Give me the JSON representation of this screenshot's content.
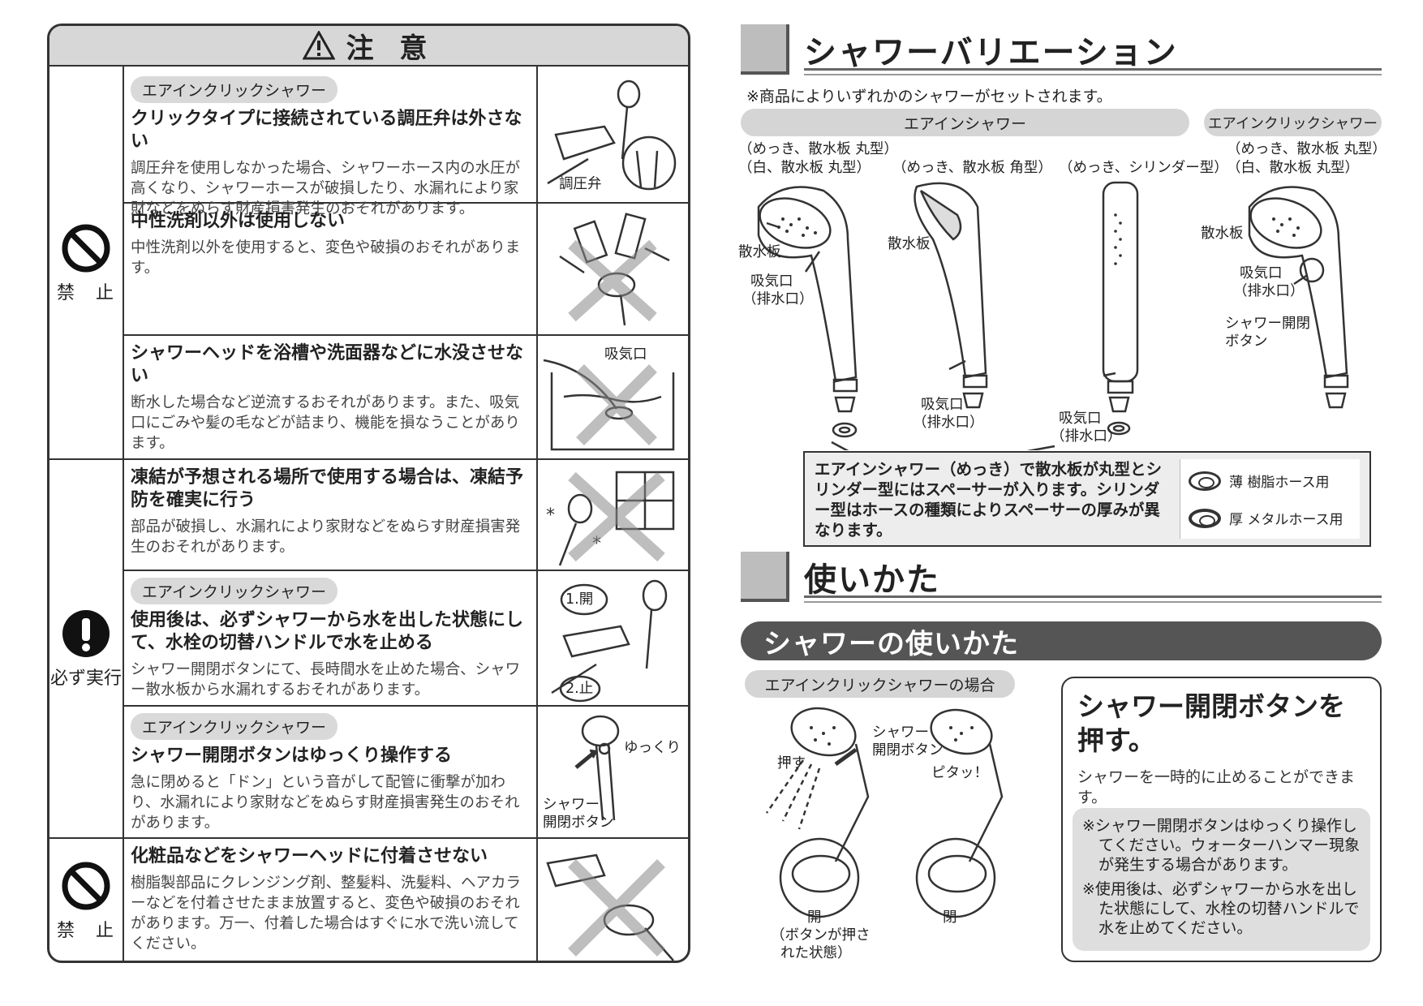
{
  "caution": {
    "header": "注 意",
    "categories": {
      "prohibit_1": "禁　止",
      "must_do": "必ず実行",
      "prohibit_2": "禁　止"
    },
    "rows": [
      {
        "tag": "エアインクリックシャワー",
        "title": "クリックタイプに接続されている調圧弁は外さない",
        "text": "調圧弁を使用しなかった場合、シャワーホース内の水圧が高くなり、シャワーホースが破損したり、水漏れにより家財などをぬらす財産損害発生のおそれがあります。",
        "illu_label": "調圧弁"
      },
      {
        "tag": "",
        "title": "中性洗剤以外は使用しない",
        "text": "中性洗剤以外を使用すると、変色や破損のおそれがあります。",
        "illu_label": ""
      },
      {
        "tag": "",
        "title": "シャワーヘッドを浴槽や洗面器などに水没させない",
        "text": "断水した場合など逆流するおそれがあります。また、吸気口にごみや髪の毛などが詰まり、機能を損なうことがあります。",
        "illu_label": "吸気口"
      },
      {
        "tag": "",
        "title": "凍結が予想される場所で使用する場合は、凍結予防を確実に行う",
        "text": "部品が破損し、水漏れにより家財などをぬらす財産損害発生のおそれがあります。",
        "illu_label": ""
      },
      {
        "tag": "エアインクリックシャワー",
        "title": "使用後は、必ずシャワーから水を出した状態にして、水栓の切替ハンドルで水を止める",
        "text": "シャワー開閉ボタンにて、長時間水を止めた場合、シャワー散水板から水漏れするおそれがあります。",
        "illu_label_1": "1.開",
        "illu_label_2": "2.止"
      },
      {
        "tag": "エアインクリックシャワー",
        "title": "シャワー開閉ボタンはゆっくり操作する",
        "text": "急に閉めると「ドン」という音がして配管に衝撃が加わり、水漏れにより家財などをぬらす財産損害発生のおそれがあります。",
        "illu_label_1": "ゆっくり",
        "illu_label_2": "シャワー",
        "illu_label_3": "開閉ボタン"
      },
      {
        "tag": "",
        "title": "化粧品などをシャワーヘッドに付着させない",
        "text": "樹脂製部品にクレンジング剤、整髪料、洗髪料、ヘアカラーなどを付着させたまま放置すると、変色や破損のおそれがあります。万一、付着した場合はすぐに水で洗い流してください。",
        "illu_label": ""
      }
    ]
  },
  "variations": {
    "title": "シャワーバリエーション",
    "note": "※商品によりいずれかのシャワーがセットされます。",
    "group_air_in": "エアインシャワー",
    "group_click": "エアインクリックシャワー",
    "heads": [
      {
        "cap1": "（めっき、散水板 丸型）",
        "cap2": "（白、散水板 丸型）",
        "l1": "散水板",
        "l2": "吸気口",
        "l3": "（排水口）"
      },
      {
        "cap1": "（めっき、散水板 角型）",
        "l1": "散水板",
        "l2": "吸気口",
        "l3": "（排水口）"
      },
      {
        "cap1": "（めっき、シリンダー型）",
        "l2": "吸気口",
        "l3": "（排水口）"
      },
      {
        "cap1": "（めっき、散水板 丸型）",
        "cap2": "（白、散水板 丸型）",
        "l1": "散水板",
        "l2": "吸気口",
        "l3": "（排水口）",
        "l4": "シャワー開閉",
        "l5": "ボタン"
      }
    ],
    "spacer_note": "エアインシャワー（めっき）で散水板が丸型とシリンダー型にはスペーサーが入ります。シリンダー型はホースの種類によりスペーサーの厚みが異なります。",
    "legend_thin": "薄 樹脂ホース用",
    "legend_thick": "厚 メタルホース用"
  },
  "usage": {
    "title": "使いかた",
    "bar": "シャワーの使いかた",
    "pill": "エアインクリックシャワーの場合",
    "labels": {
      "push": "押す",
      "btn1": "シャワー",
      "btn2": "開閉ボタン",
      "pitatto": "ピタッ！",
      "open": "開",
      "open_sub1": "（ボタンが押さ",
      "open_sub2": "れた状態）",
      "closed": "閉"
    },
    "box_title": "シャワー開閉ボタンを押す。",
    "box_sub": "シャワーを一時的に止めることができます。",
    "box_note_1": "※シャワー開閉ボタンはゆっくり操作してください。ウォーターハンマー現象が発生する場合があります。",
    "box_note_2": "※使用後は、必ずシャワーから水を出した状態にして、水栓の切替ハンドルで水を止めてください。"
  }
}
